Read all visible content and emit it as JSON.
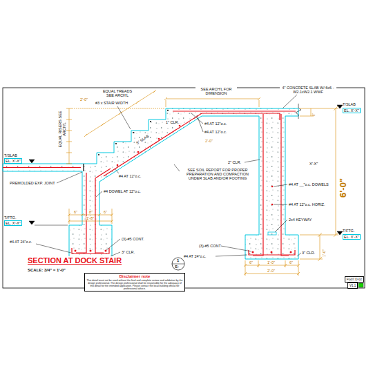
{
  "diagram": {
    "title": "SECTION AT DOCK STAIR",
    "nodes": [
      {
        "text": [
          "Disclaimer note",
          "This detail must not be used without the final and complete review and validation by the design professional. The design professional shall be responsible for the adequacy of this detail for the intended application. Please contact the local building official for professional advice."
        ]
      },
      {
        "text": [
          "FG07.D-02"
        ]
      },
      {
        "text": [
          "V1.1"
        ]
      }
    ],
    "labels": [
      "EQUAL TREADS SEE ARCH'L",
      "2'-0\"",
      "EQUAL RISERS SEE ARCH'L",
      "#3 x STAIR WIDTH",
      "SEE ARCH'L FOR DIMENSION",
      "4\" CONCRETE SLAB W/ 6x6 - W2.1xW2.1 WWF",
      "T/SLAB",
      "EL. X'-X\"",
      "#4 AT 12\"o.c.",
      "#4 AT 12\"o.c.",
      "2'-0\"",
      "1\" CLR.",
      "5\" SLAB",
      "#4 AT 12\"o.c.",
      "2\" CLR.",
      "SEE SOIL REPORT FOR PROPER PREPARATION AND COMPACTION UNDER SLAB AND/OR FOOTING",
      "X'-X\"",
      "6'-0\"",
      "6\"",
      "#4 AT __\"o.c. DOWELS",
      "#4 AT 12\"o.c. HORIZ.",
      "2x4 KEYWAY",
      "T/FTG.",
      "EL. X'-X\"",
      "(3)-#5 CONT",
      "3\" CLR.",
      "#4 AT 24\"o.c.",
      "6\"",
      "1'-0\"",
      "6\"",
      "2'-0\"",
      "1'-0\"",
      "T/SLAB",
      "EL. X'-X\"",
      "PREMOLDED EXP. JOINT",
      "#4 DOWEL AT 12\"o.c.",
      "T/FTG.",
      "EL. X'-X\"",
      "6\"",
      "8\"",
      "6\"",
      "1'-8\"",
      "(3)-#5 CONT.",
      "3\" CLR.",
      "#4 AT 24\"o.c.",
      "SCALE: 3/4\" = 1'-0\"",
      "1",
      "S-"
    ]
  }
}
